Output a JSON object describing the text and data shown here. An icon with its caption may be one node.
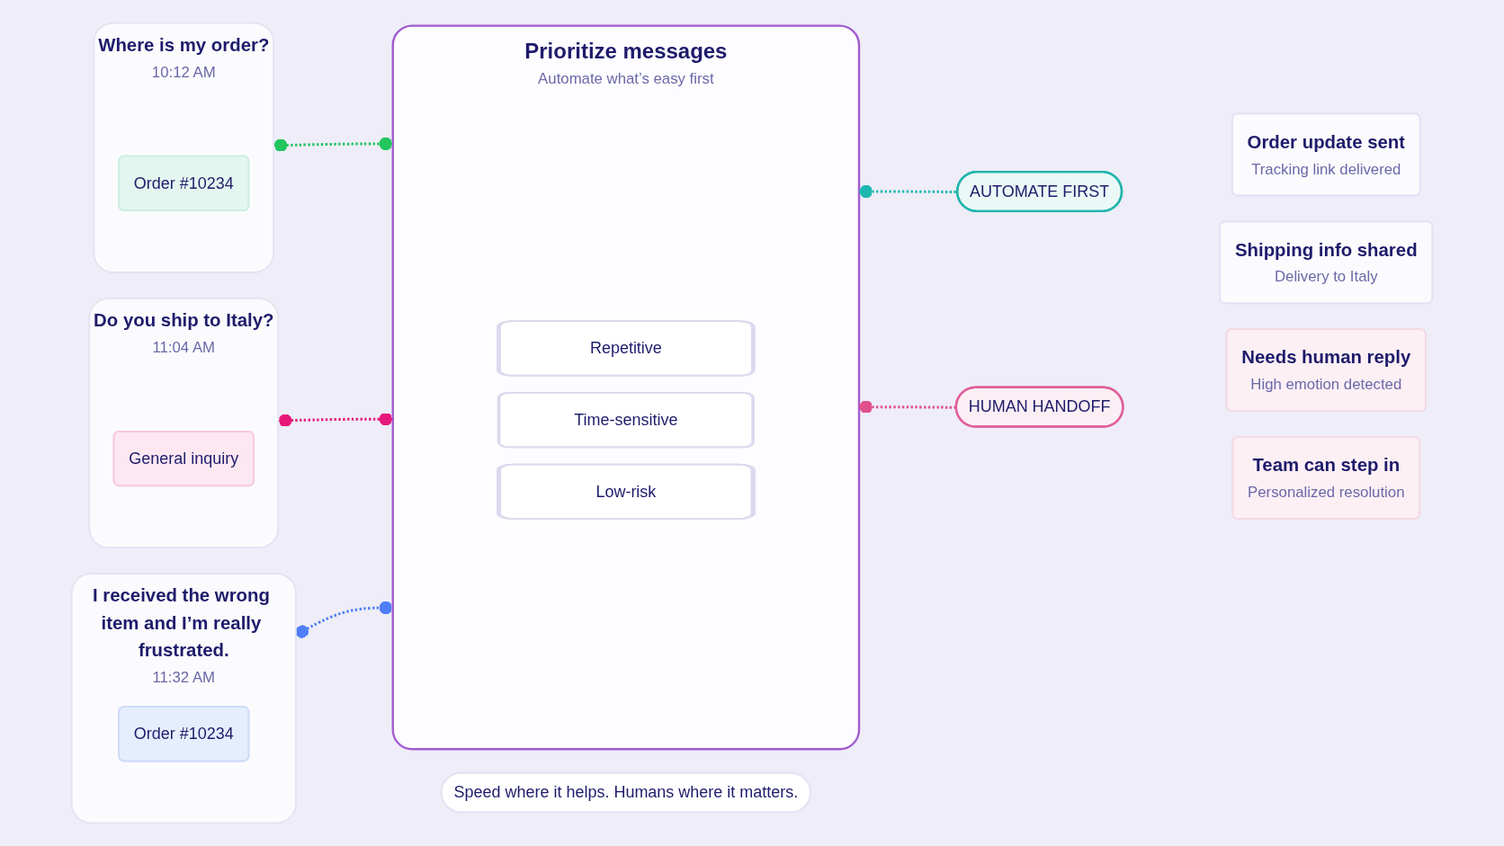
{
  "diagram": {
    "nodes": [
      {
        "text": [
          "Where is my order?",
          "10:12 AM"
        ]
      },
      {
        "text": [
          "Order #10234"
        ],
        "in": 0
      },
      {
        "text": [
          "Do you ship to Italy?",
          "11:04 AM"
        ]
      },
      {
        "text": [
          "General inquiry"
        ],
        "in": 2
      },
      {
        "text": [
          "I received the wrong item and I’m really frustrated.",
          "11:32 AM"
        ]
      },
      {
        "text": [
          "Order #10234"
        ],
        "in": 4
      },
      {
        "text": [
          "Prioritize messages",
          "Automate what’s easy first"
        ]
      },
      {
        "text": [
          "Repetitive"
        ],
        "in": 6
      },
      {
        "text": [
          "Time-sensitive"
        ],
        "in": 6
      },
      {
        "text": [
          "Low-risk"
        ],
        "in": 6
      },
      {
        "text": [
          "AUTOMATE FIRST"
        ]
      },
      {
        "text": [
          "Order update sent",
          "Tracking link delivered"
        ]
      },
      {
        "text": [
          "Shipping info shared",
          "Delivery to Italy"
        ]
      },
      {
        "text": [
          "HUMAN HANDOFF"
        ]
      },
      {
        "text": [
          "Needs human reply",
          "High emotion detected"
        ]
      },
      {
        "text": [
          "Team can step in",
          "Personalized resolution"
        ]
      },
      {
        "text": [
          "Speed where it helps. Humans where it matters."
        ]
      }
    ],
    "edges": [
      {
        "from": 0,
        "to": 6,
        "arrow": "other",
        "style": "dashed",
        "color": "#22c55e"
      },
      {
        "from": 2,
        "to": 6,
        "arrow": "other",
        "style": "dashed",
        "color": "#e6197a"
      },
      {
        "from": 4,
        "to": 6,
        "arrow": "other",
        "style": "dashed",
        "color": "#4f7ef7"
      },
      {
        "from": 6,
        "to": 10,
        "arrow": "other",
        "style": "dashed",
        "color": "#1fb8b0"
      },
      {
        "from": 6,
        "to": 13,
        "arrow": "other",
        "style": "dashed",
        "color": "#e0508a"
      }
    ]
  }
}
